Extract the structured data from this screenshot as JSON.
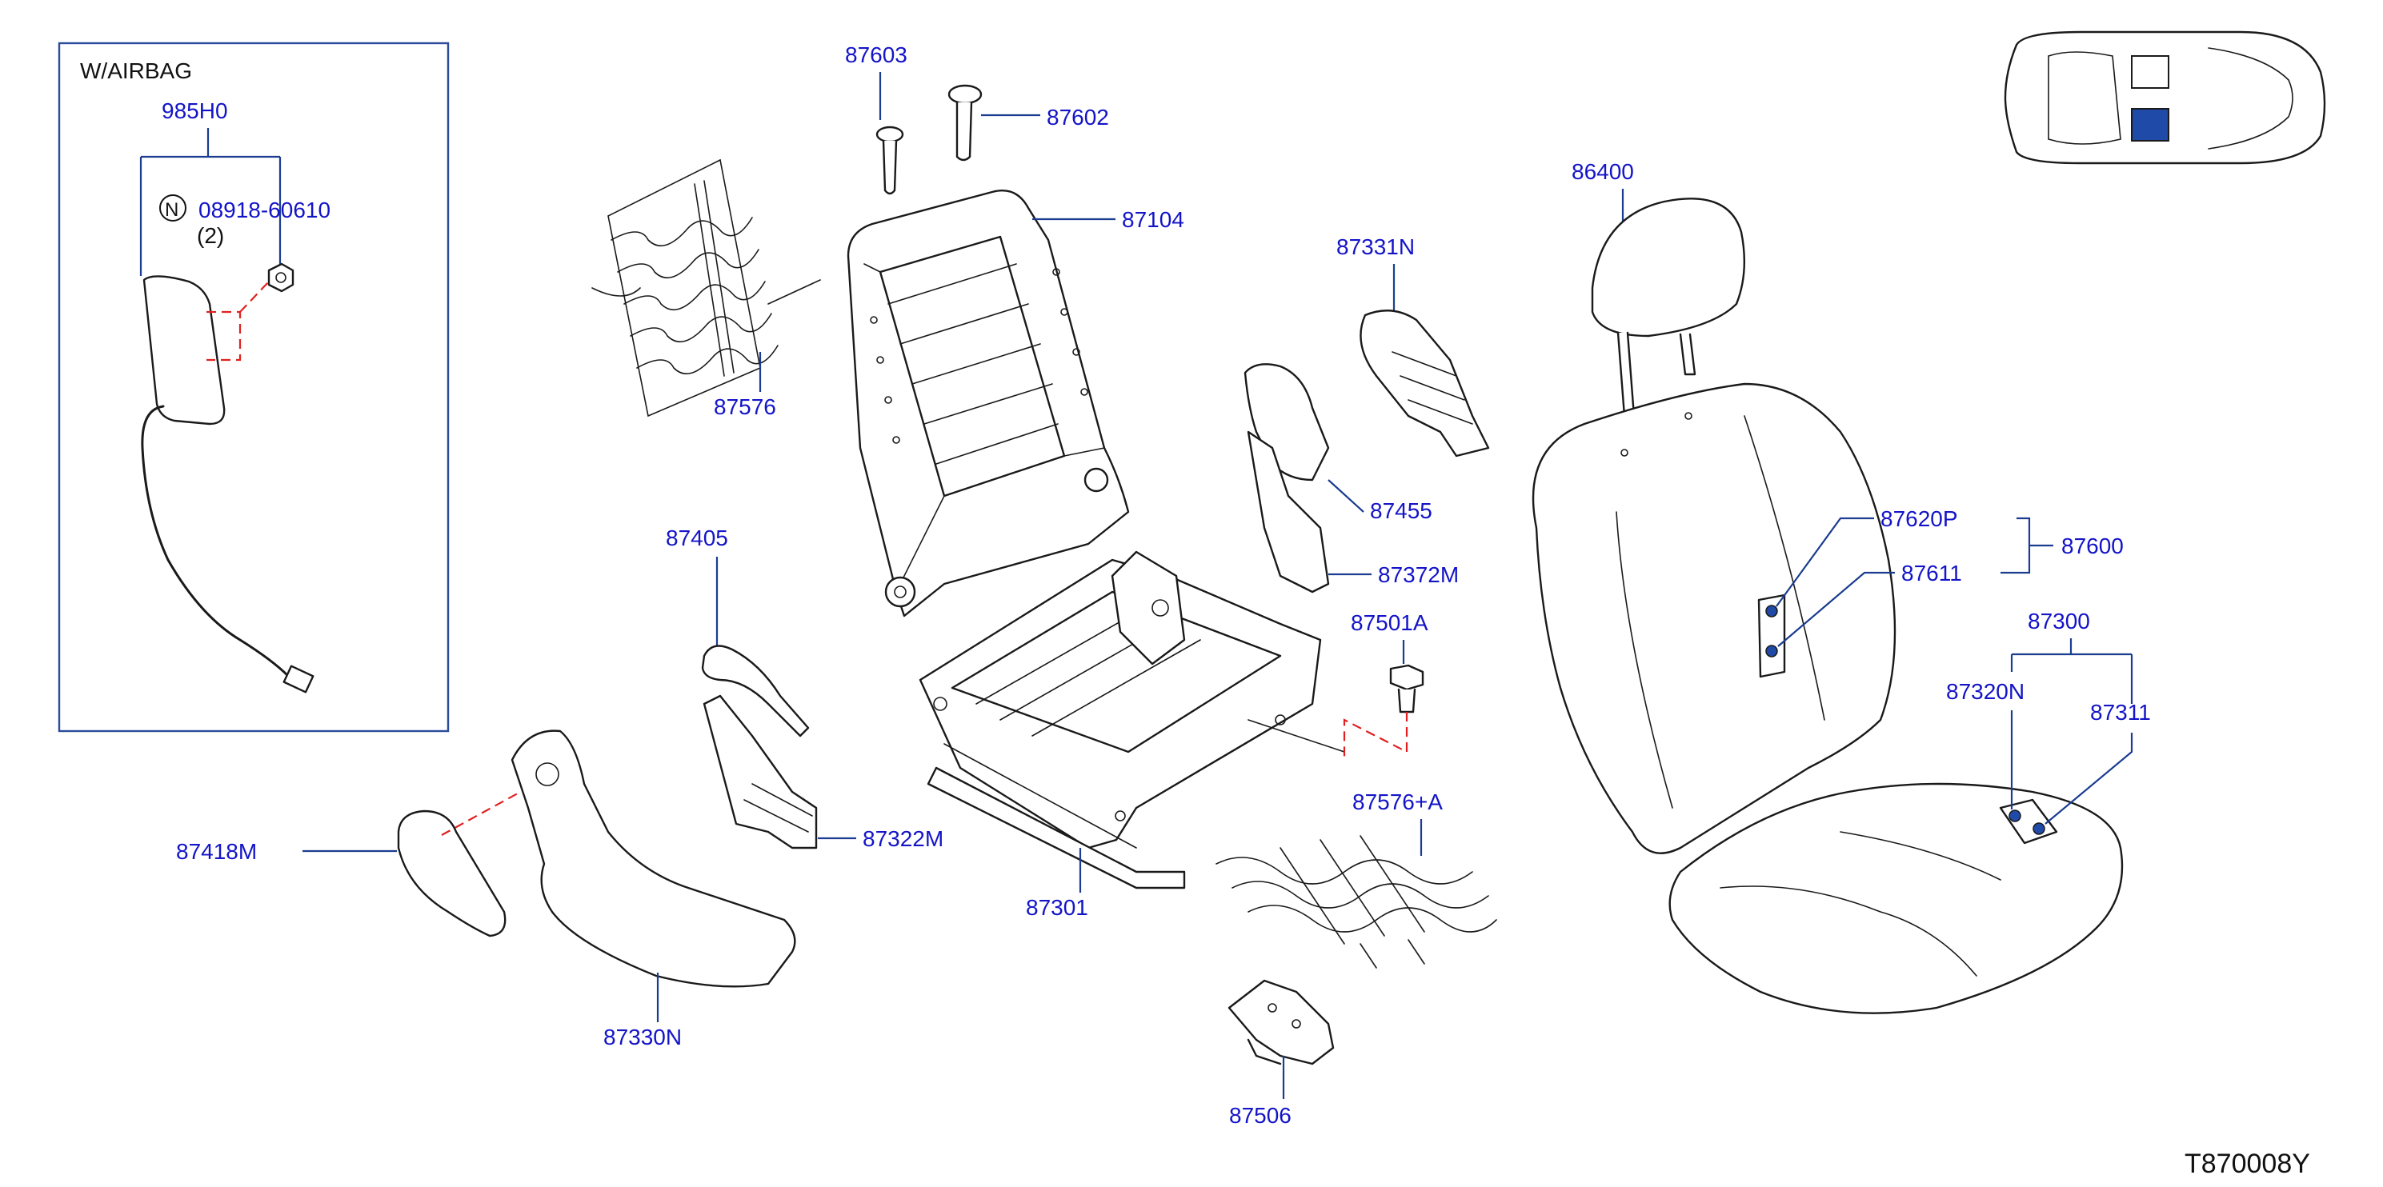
{
  "diagram_code": "T870008Y",
  "airbag_box": {
    "title": "W/AIRBAG"
  },
  "labels": {
    "p985H0": "985H0",
    "p08918_60610": "08918-60610",
    "qty_2": "(2)",
    "n_symbol": "N",
    "p87603": "87603",
    "p87602": "87602",
    "p87104": "87104",
    "p87576": "87576",
    "p87331N": "87331N",
    "p87455": "87455",
    "p87372M": "87372M",
    "p87501A": "87501A",
    "p87405": "87405",
    "p87322M": "87322M",
    "p87301": "87301",
    "p87576A": "87576+A",
    "p87506": "87506",
    "p87418M": "87418M",
    "p87330N": "87330N",
    "p86400": "86400",
    "p87620P": "87620P",
    "p87611": "87611",
    "p87600": "87600",
    "p87300": "87300",
    "p87320N": "87320N",
    "p87311": "87311"
  },
  "colors": {
    "label_text": "#1414c8",
    "leader_line": "#1a3d8f",
    "hidden_connector": "#e02020",
    "clip_highlight": "#1f4aa8"
  }
}
